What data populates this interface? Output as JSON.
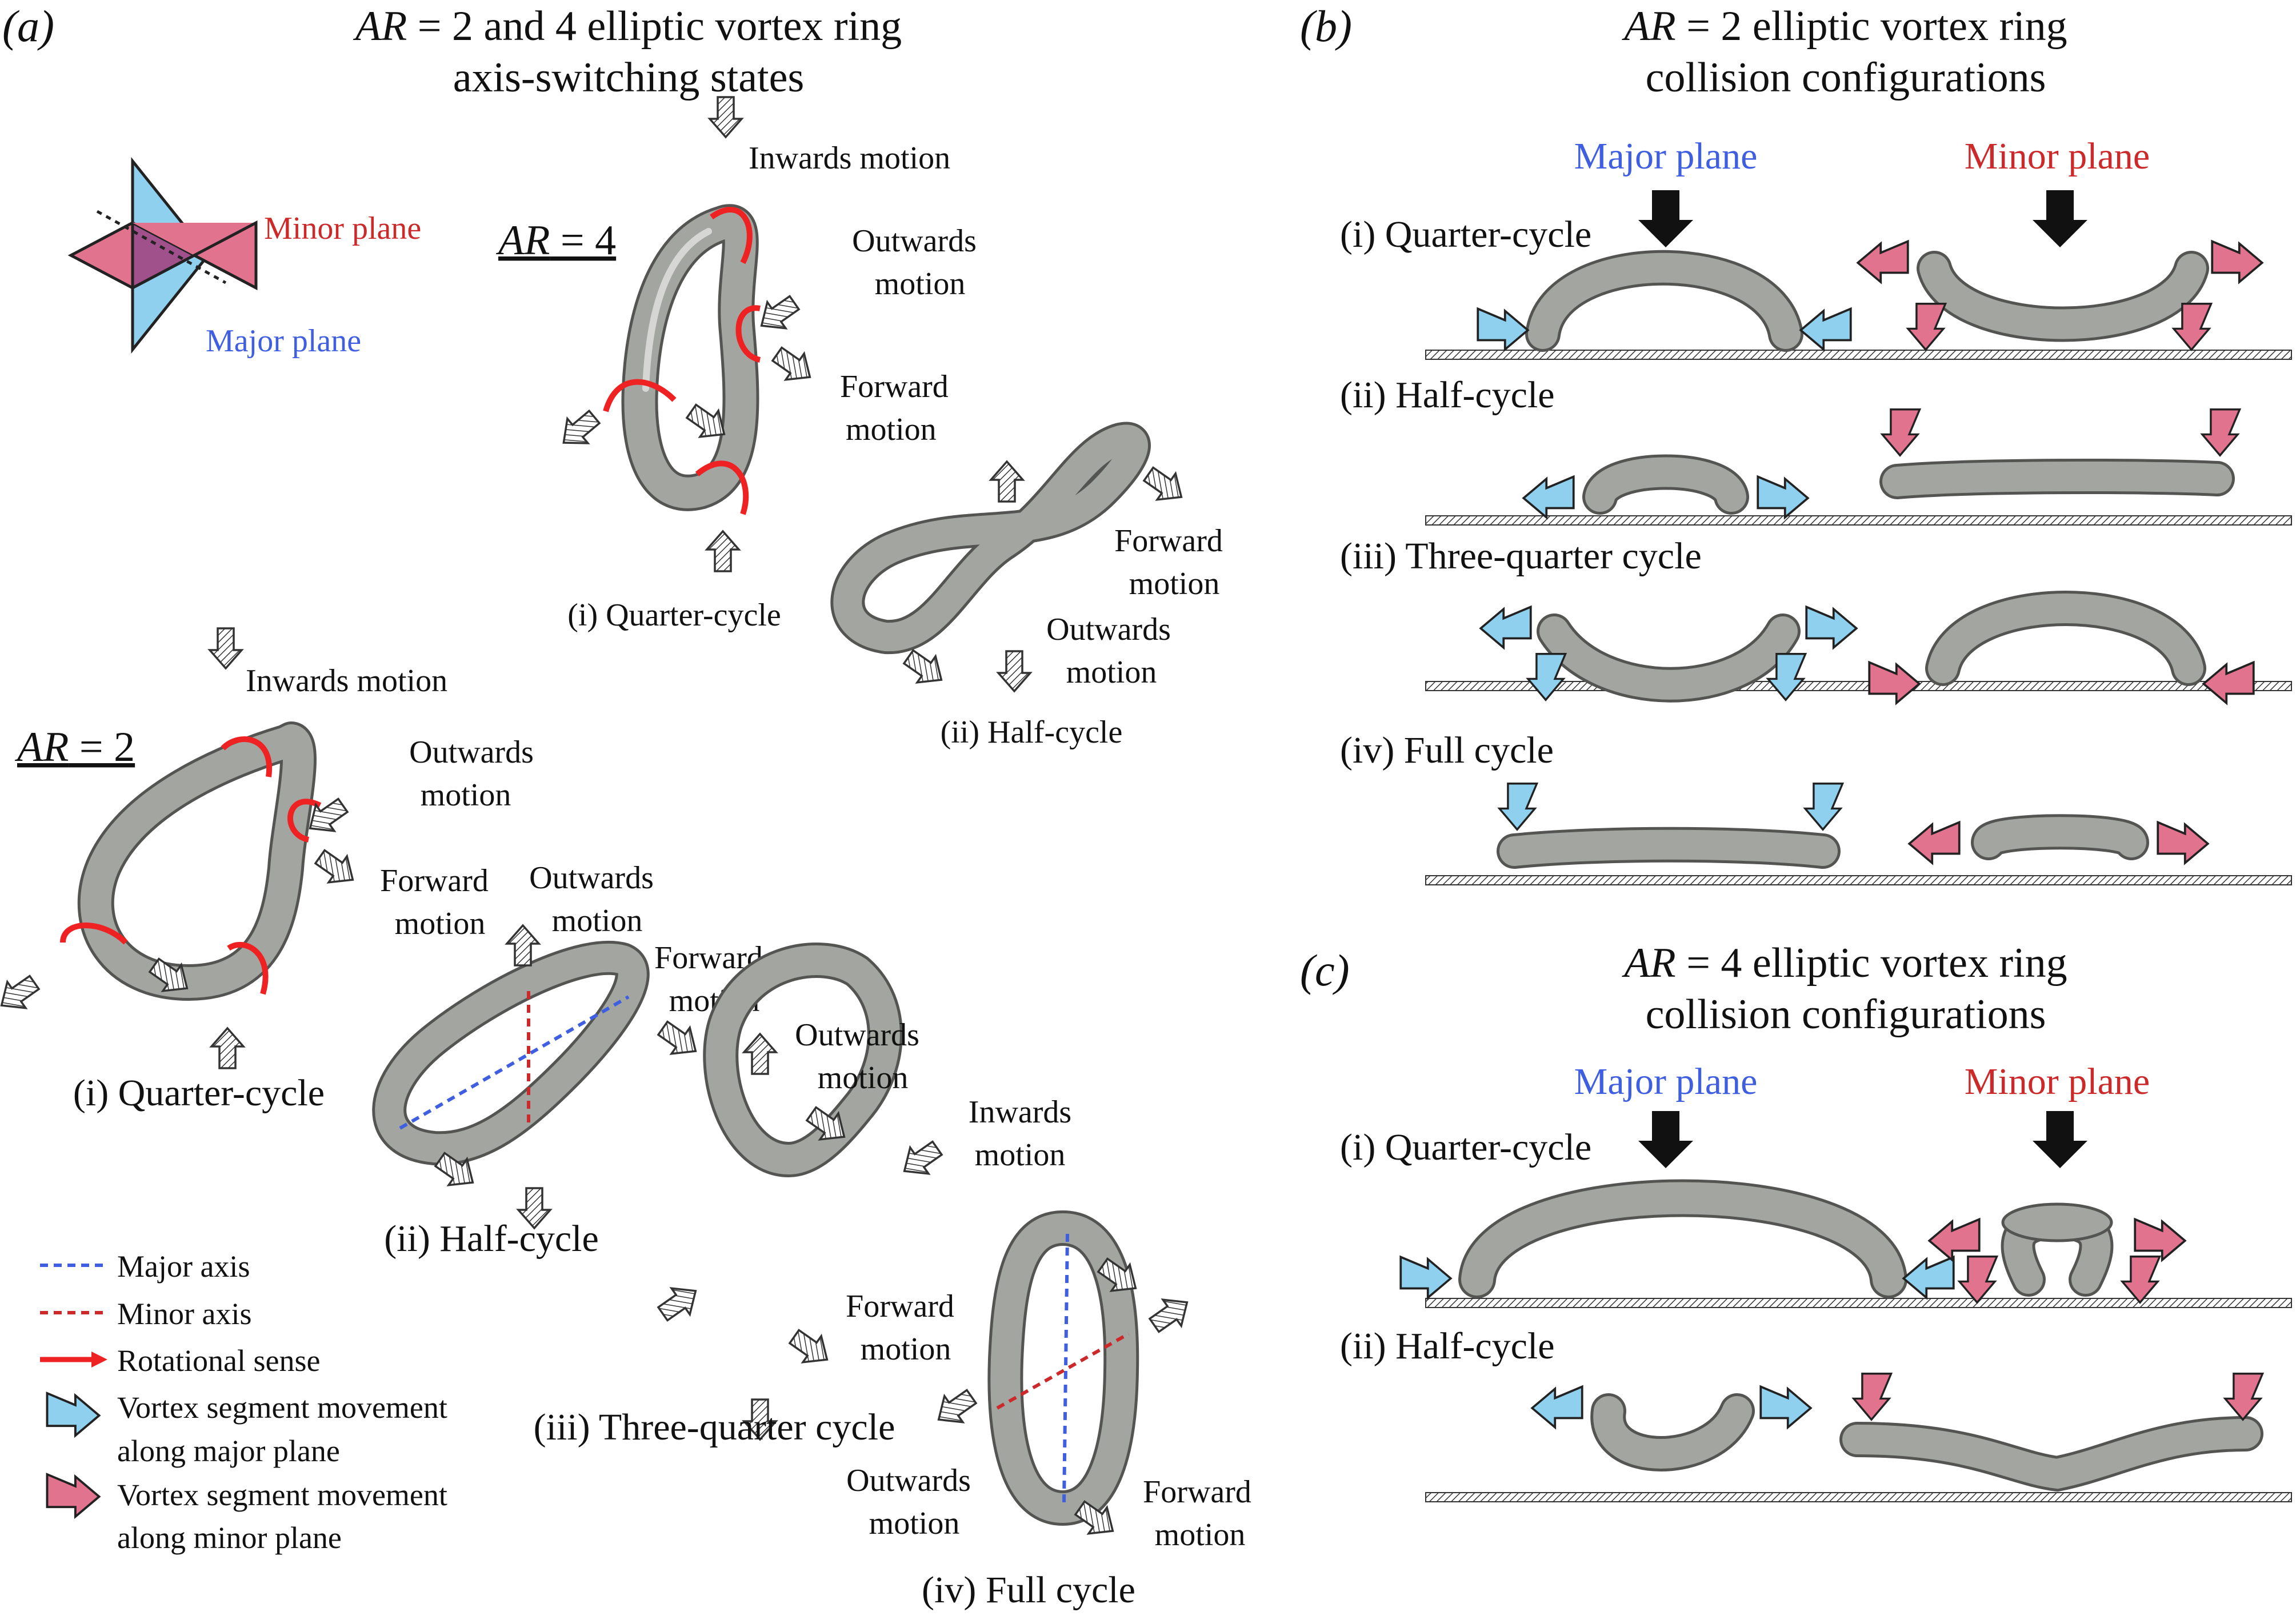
{
  "panel_a": {
    "letter": "(a)",
    "title_line1_prefix": "AR",
    "title_line1_rest": " = 2 and 4 elliptic vortex ring",
    "title_line2": "axis-switching states",
    "plane_icon": {
      "minor_label": "Minor plane",
      "major_label": "Major plane"
    },
    "ar4": {
      "label_prefix": "AR",
      "label_rest": " = 4",
      "quarter": {
        "caption": "(i) Quarter-cycle",
        "inwards": "Inwards motion",
        "outwards_1": "Outwards",
        "outwards_2": "motion",
        "forward_1": "Forward",
        "forward_2": "motion"
      },
      "half": {
        "caption": "(ii) Half-cycle",
        "forward_1": "Forward",
        "forward_2": "motion",
        "outwards_1": "Outwards",
        "outwards_2": "motion"
      }
    },
    "ar2": {
      "label_prefix": "AR",
      "label_rest": " = 2",
      "quarter": {
        "caption": "(i) Quarter-cycle",
        "inwards": "Inwards motion",
        "outwards_1": "Outwards",
        "outwards_2": "motion",
        "forward_1": "Forward",
        "forward_2": "motion"
      },
      "half": {
        "caption": "(ii) Half-cycle",
        "outwards_1": "Outwards",
        "outwards_2": "motion",
        "forward_1": "Forward",
        "forward_2": "motion"
      },
      "three_quarter": {
        "caption": "(iii) Three-quarter cycle",
        "outwards_1": "Outwards",
        "outwards_2": "motion",
        "inwards_1": "Inwards",
        "inwards_2": "motion",
        "forward_1": "Forward",
        "forward_2": "motion"
      },
      "full": {
        "caption": "(iv) Full cycle",
        "outwards_1": "Outwards",
        "outwards_2": "motion",
        "forward_1": "Forward",
        "forward_2": "motion"
      }
    },
    "legend": {
      "major_axis": "Major axis",
      "minor_axis": "Minor axis",
      "rotational": "Rotational sense",
      "major_move_1": "Vortex segment movement",
      "major_move_2": "along major plane",
      "minor_move_1": "Vortex segment movement",
      "minor_move_2": "along minor plane"
    }
  },
  "panel_b": {
    "letter": "(b)",
    "title_line1_prefix": "AR",
    "title_line1_rest": " = 2 elliptic vortex ring",
    "title_line2": "collision configurations",
    "major_plane": "Major plane",
    "minor_plane": "Minor plane",
    "rows": [
      "(i) Quarter-cycle",
      "(ii) Half-cycle",
      "(iii) Three-quarter cycle",
      "(iv) Full cycle"
    ]
  },
  "panel_c": {
    "letter": "(c)",
    "title_line1_prefix": "AR",
    "title_line1_rest": " = 4 elliptic vortex ring",
    "title_line2": "collision configurations",
    "major_plane": "Major plane",
    "minor_plane": "Minor plane",
    "rows": [
      "(i) Quarter-cycle",
      "(ii) Half-cycle"
    ]
  },
  "colors": {
    "major_blue": "#3f5fe0",
    "minor_red": "#cc2a2a",
    "arrow_cyan": "#8ed0ee",
    "arrow_pink": "#e2738e",
    "tube_grey": "#9a9c98",
    "rotation_red": "#ee2222"
  }
}
